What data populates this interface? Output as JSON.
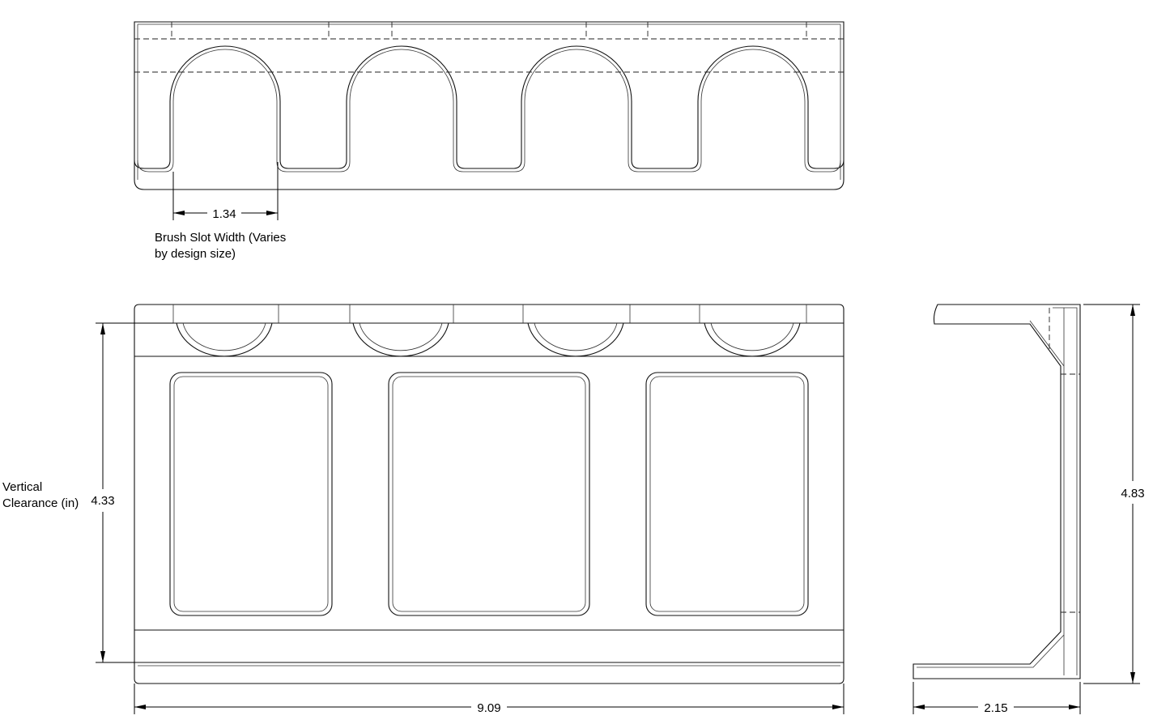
{
  "dimensions": {
    "slot_width": "1.34",
    "vertical_clearance": "4.33",
    "total_height": "4.83",
    "total_width": "9.09",
    "depth": "2.15"
  },
  "notes": {
    "slot_note_line1": "Brush Slot Width (Varies",
    "slot_note_line2": "by design size)",
    "clearance_line1": "Vertical",
    "clearance_line2": "Clearance (in)"
  }
}
